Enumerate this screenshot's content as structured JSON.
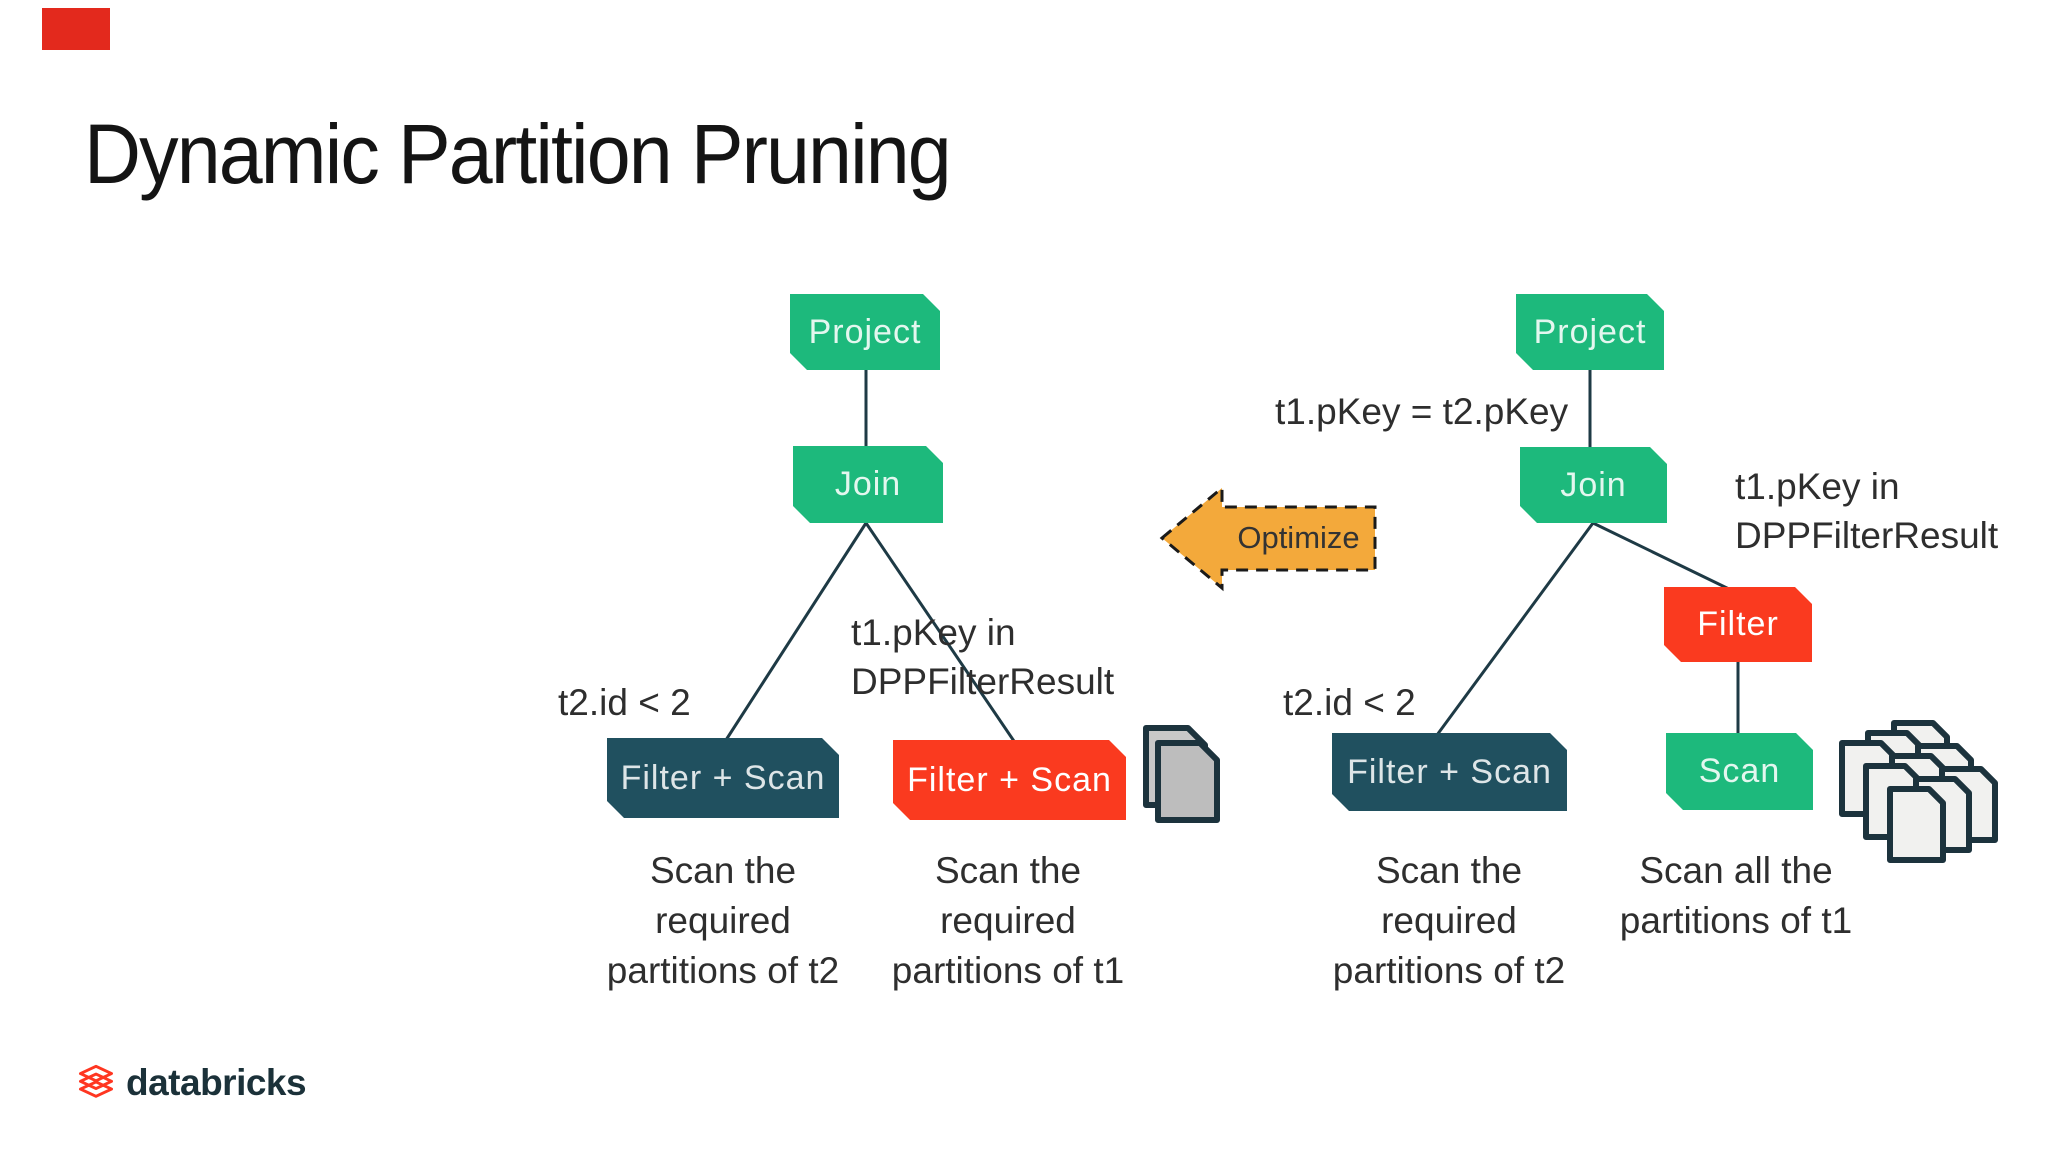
{
  "slide": {
    "title": "Dynamic Partition Pruning"
  },
  "colors": {
    "node_green": "#1DB97C",
    "node_dark_teal": "#20505F",
    "node_red": "#FA3A1F",
    "arrow_yellow": "#F3A93B",
    "connector_line": "#1E3A45",
    "doc_page_gray": "#BDBDBD",
    "doc_stack_page": "#F1F1EF",
    "doc_outline": "#1C333D",
    "accent_red": "#E3291D",
    "brand_red": "#FF3621",
    "brand_dark": "#1B3139"
  },
  "left_tree": {
    "project": "Project",
    "join": "Join",
    "left_condition": "t2.id < 2",
    "right_condition_lines": [
      "t1.pKey in",
      "DPPFilterResult"
    ],
    "left_leaf": "Filter + Scan",
    "right_leaf": "Filter + Scan",
    "left_caption_lines": [
      "Scan the",
      "required",
      "partitions of t2"
    ],
    "right_caption_lines": [
      "Scan the",
      "required",
      "partitions of t1"
    ]
  },
  "arrow": {
    "label": "Optimize"
  },
  "right_tree": {
    "project": "Project",
    "join_condition": "t1.pKey = t2.pKey",
    "join": "Join",
    "left_condition": "t2.id < 2",
    "left_leaf": "Filter + Scan",
    "filter": "Filter",
    "scan": "Scan",
    "scan_annotation_lines": [
      "t1.pKey in",
      "DPPFilterResult"
    ],
    "left_caption_lines": [
      "Scan the",
      "required",
      "partitions of t2"
    ],
    "right_caption_lines": [
      "Scan all the",
      "partitions of t1"
    ]
  },
  "footer": {
    "brand": "databricks"
  }
}
